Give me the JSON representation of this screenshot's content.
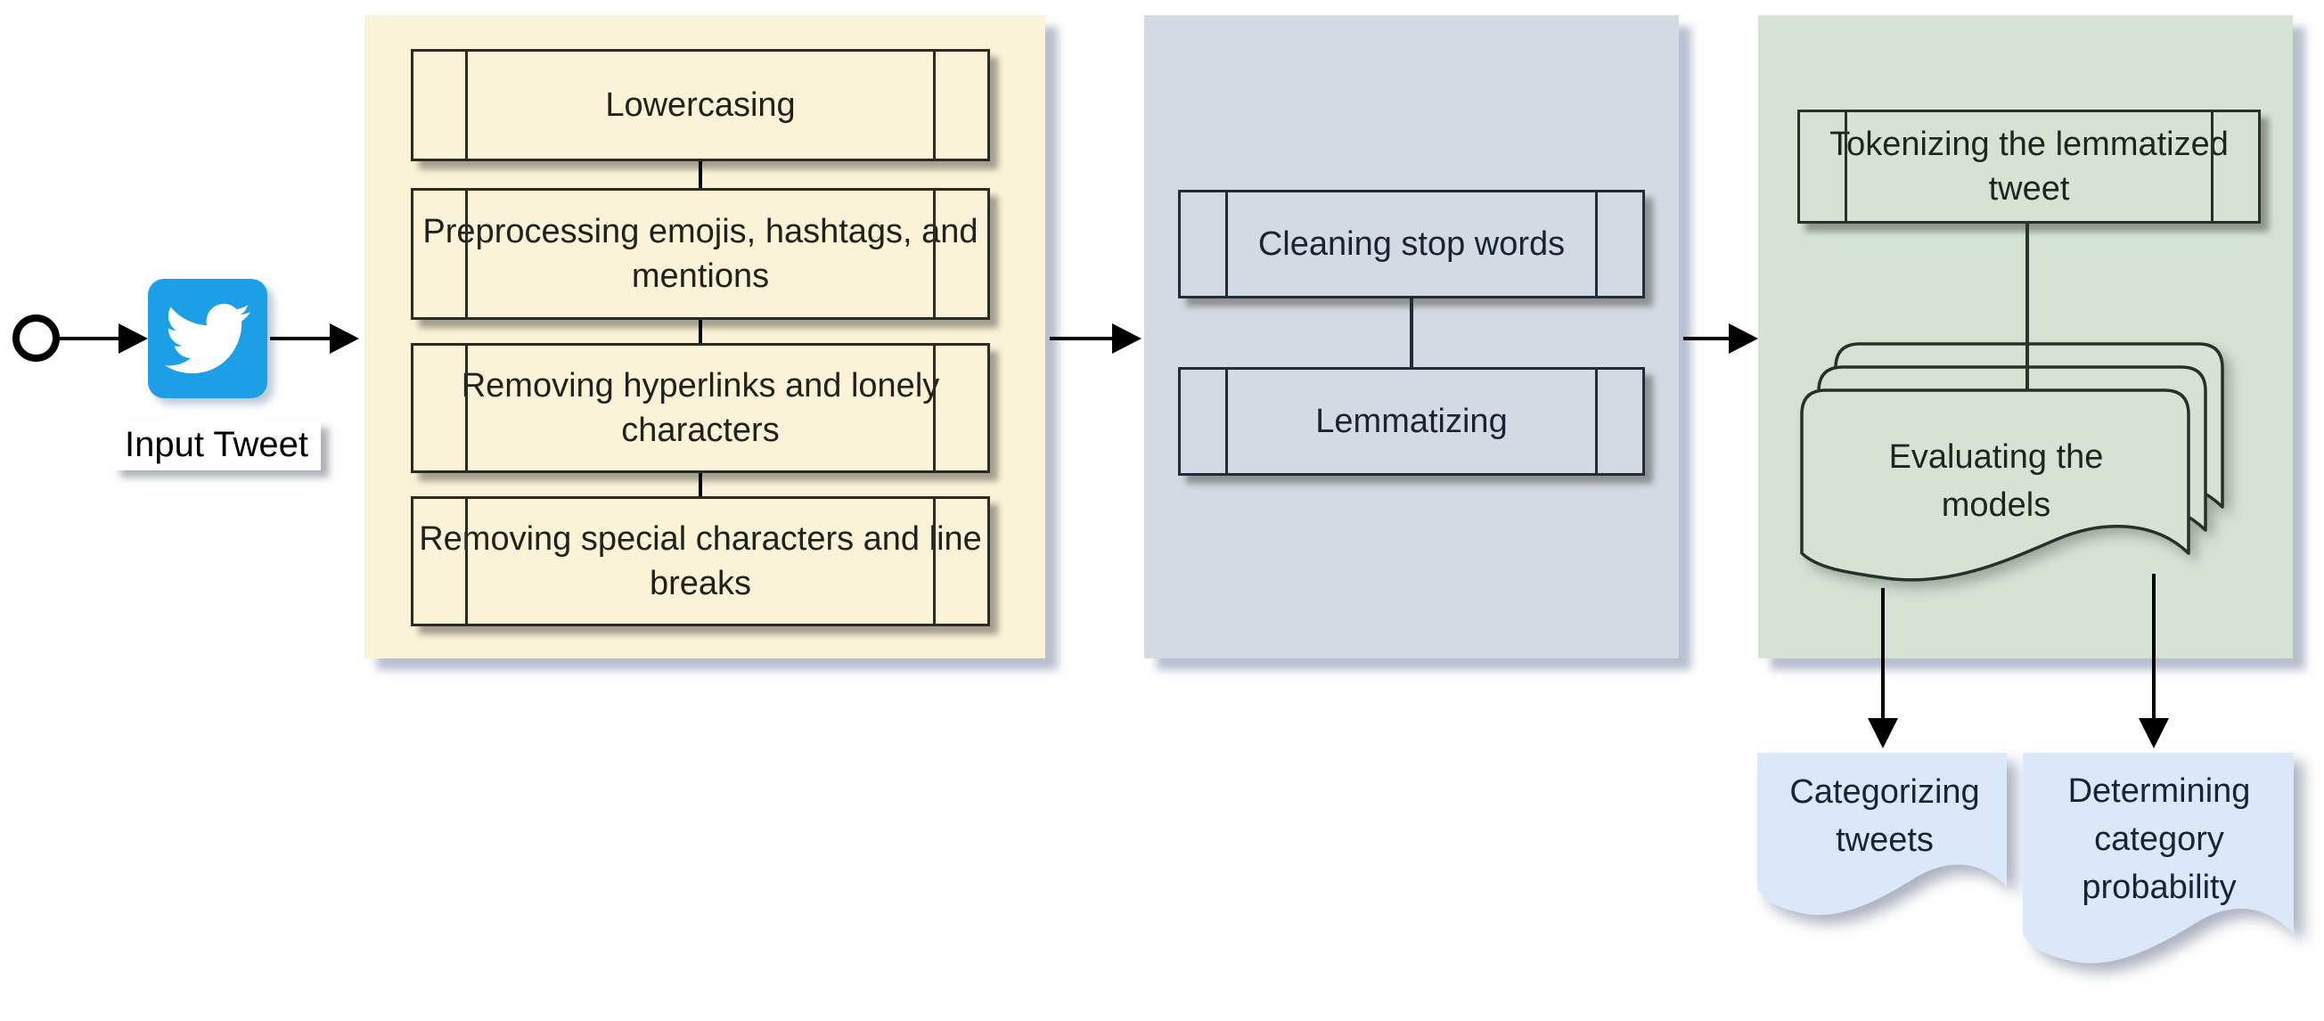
{
  "colors": {
    "twitter_blue": "#1D9FE8",
    "panel_preprocessing": "#FBF3D8",
    "panel_cleaning": "#D4DAE4",
    "panel_evaluation": "#D5E3D5",
    "output_doc_blue": "#DBE8FA"
  },
  "nodes": {
    "input_tweet": {
      "label": "Input Tweet",
      "icon": "twitter-bird"
    },
    "preprocessing_steps": [
      {
        "label": "Lowercasing",
        "lines": [
          "Lowercasing"
        ]
      },
      {
        "label": "Preprocessing emojis, hashtags, and mentions",
        "lines": [
          "Preprocessing emojis,",
          "hashtags, and mentions"
        ]
      },
      {
        "label": "Removing hyperlinks and lonely characters",
        "lines": [
          "Removing hyperlinks and",
          "lonely characters"
        ]
      },
      {
        "label": "Removing special characters and line breaks",
        "lines": [
          "Removing special",
          "characters and line breaks"
        ]
      }
    ],
    "cleaning_steps": [
      {
        "label": "Cleaning stop words",
        "lines": [
          "Cleaning stop words"
        ]
      },
      {
        "label": "Lemmatizing",
        "lines": [
          "Lemmatizing"
        ]
      }
    ],
    "evaluation": {
      "tokenizing": {
        "label": "Tokenizing the lemmatized tweet",
        "lines": [
          "Tokenizing the",
          "lemmatized tweet"
        ]
      },
      "evaluating": {
        "label": "Evaluating the models",
        "lines": [
          "Evaluating the",
          "models"
        ]
      }
    },
    "outputs": [
      {
        "label": "Categorizing tweets",
        "lines": [
          "Categorizing",
          "tweets"
        ]
      },
      {
        "label": "Determining category probability",
        "lines": [
          "Determining",
          "category",
          "probability"
        ]
      }
    ]
  }
}
